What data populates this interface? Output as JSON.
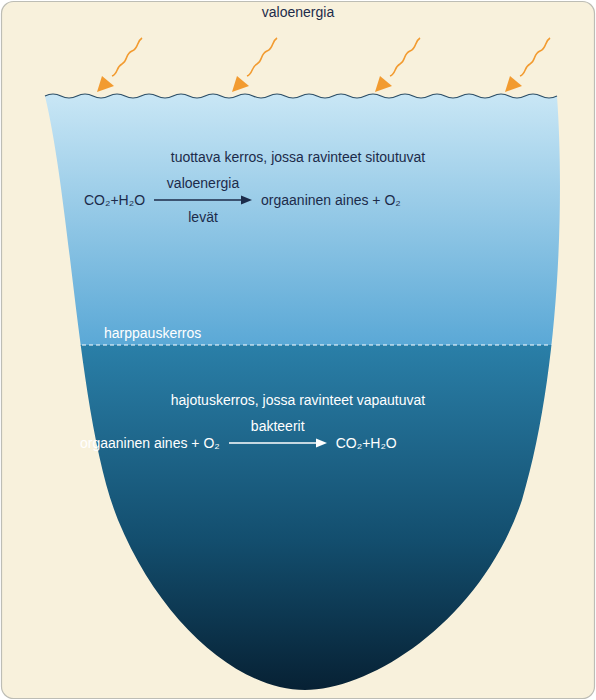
{
  "diagram": {
    "nodes": [
      {
        "text": [
          "tuottava kerros, jossa ravinteet sitoutuvat"
        ]
      },
      {
        "text": [
          "hajotuskerros, jossa ravinteet vapautuvat"
        ]
      }
    ],
    "labels": [
      "valoenergia",
      "CO₂+H₂O",
      "valoenergia",
      "levät",
      "orgaaninen aines + O₂",
      "harppauskerros",
      "orgaaninen aines + O₂",
      "bakteerit",
      "CO₂+H₂O"
    ]
  }
}
